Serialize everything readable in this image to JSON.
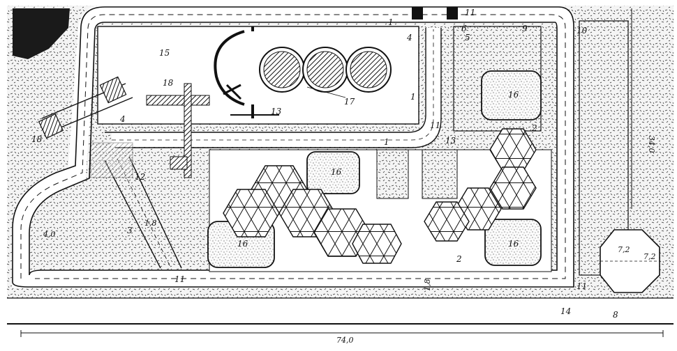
{
  "labels": {
    "n1": "1",
    "n2": "2",
    "n3": "3",
    "n4": "4",
    "n5": "5",
    "n6": "6",
    "n8": "8",
    "n9": "9",
    "n10": "10",
    "n11": "11",
    "n12": "12",
    "n13": "13",
    "n14": "14",
    "n15": "15",
    "n16": "16",
    "n17": "17",
    "n18": "18"
  },
  "dimensions": {
    "total_width": "74,0",
    "right_height": "34,0",
    "radius": "4,0",
    "path_width_a": "1,8",
    "path_width_b": "1,8",
    "square_a": "7,2",
    "square_b": "7,2"
  }
}
